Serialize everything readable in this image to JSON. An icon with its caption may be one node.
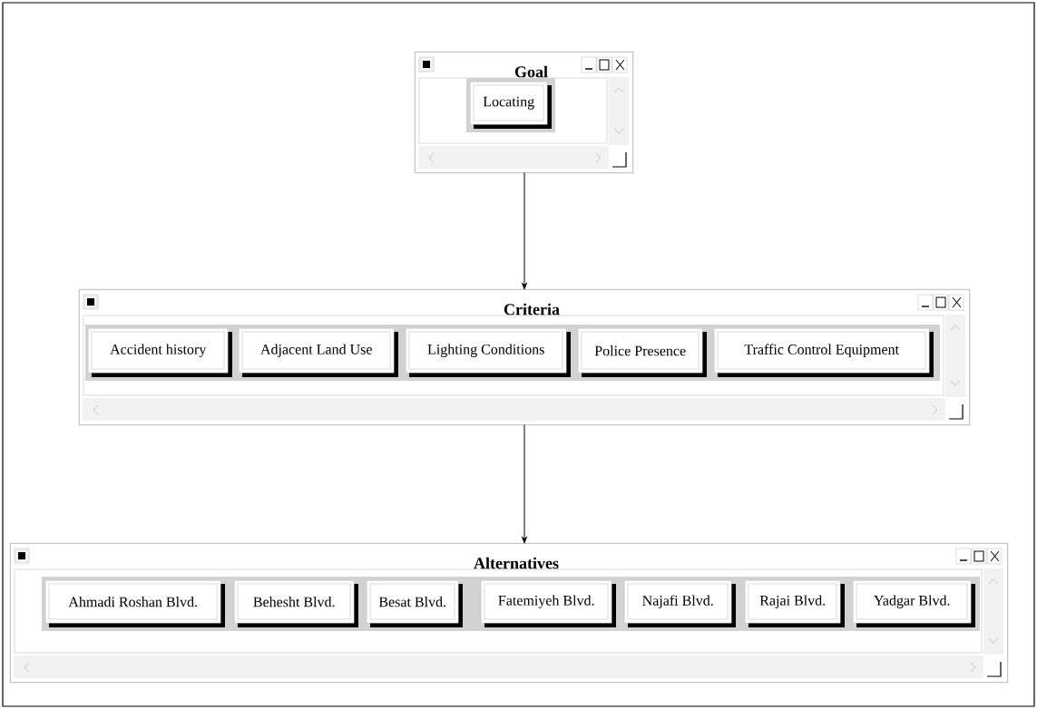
{
  "diagram": {
    "nodes": [
      {
        "text": [
          "Goal"
        ]
      },
      {
        "text": [
          "Locating"
        ],
        "in": 0
      },
      {
        "text": [
          "Criteria"
        ]
      },
      {
        "text": [
          "Accident history"
        ],
        "in": 2
      },
      {
        "text": [
          "Adjacent Land Use"
        ],
        "in": 2
      },
      {
        "text": [
          "Lighting Conditions"
        ],
        "in": 2
      },
      {
        "text": [
          "Police Presence"
        ],
        "in": 2
      },
      {
        "text": [
          "Traffic Control Equipment"
        ],
        "in": 2
      },
      {
        "text": [
          "Alternatives"
        ]
      },
      {
        "text": [
          "Ahmadi Roshan Blvd."
        ],
        "in": 8
      },
      {
        "text": [
          "Behesht Blvd."
        ],
        "in": 8
      },
      {
        "text": [
          "Besat Blvd."
        ],
        "in": 8
      },
      {
        "text": [
          "Fatemiyeh Blvd."
        ],
        "in": 8
      },
      {
        "text": [
          "Najafi Blvd."
        ],
        "in": 8
      },
      {
        "text": [
          "Rajai Blvd."
        ],
        "in": 8
      },
      {
        "text": [
          "Yadgar Blvd."
        ],
        "in": 8
      }
    ],
    "edges": [
      {
        "from": 0,
        "to": 2,
        "arrow": "to"
      },
      {
        "from": 2,
        "to": 8,
        "arrow": "to"
      }
    ]
  }
}
